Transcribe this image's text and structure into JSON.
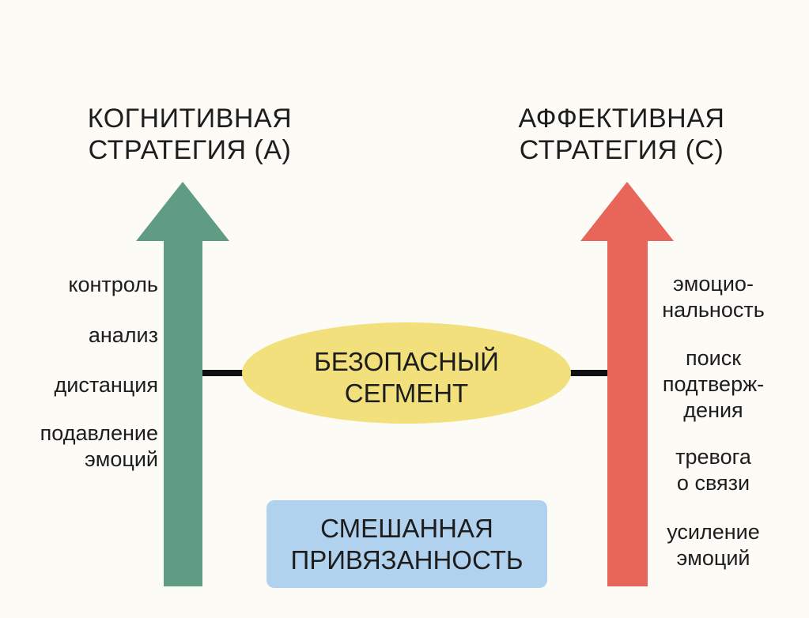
{
  "left_strategy": {
    "title_lines": [
      "КОГНИТИВНАЯ",
      "СТРАТЕГИЯ (А)"
    ],
    "color": "#5f9c83",
    "items": [
      {
        "lines": [
          "контроль"
        ]
      },
      {
        "lines": [
          "анализ"
        ]
      },
      {
        "lines": [
          "дистанция"
        ]
      },
      {
        "lines": [
          "подавление",
          "эмоций"
        ]
      }
    ]
  },
  "right_strategy": {
    "title_lines": [
      "АФФЕКТИВНАЯ",
      "СТРАТЕГИЯ (С)"
    ],
    "color": "#e8655a",
    "items": [
      {
        "lines": [
          "эмоцио-",
          "нальность"
        ]
      },
      {
        "lines": [
          "поиск",
          "подтверж-",
          "дения"
        ]
      },
      {
        "lines": [
          "тревога",
          "о связи"
        ]
      },
      {
        "lines": [
          "усиление",
          "эмоций"
        ]
      }
    ]
  },
  "secure_segment": {
    "lines": [
      "БЕЗОПАСНЫЙ",
      "СЕГМЕНТ"
    ],
    "color": "#f1e07c"
  },
  "mixed_attachment": {
    "lines": [
      "СМЕШАННАЯ",
      "ПРИВЯЗАННОСТЬ"
    ],
    "color": "#b1d2ef"
  }
}
